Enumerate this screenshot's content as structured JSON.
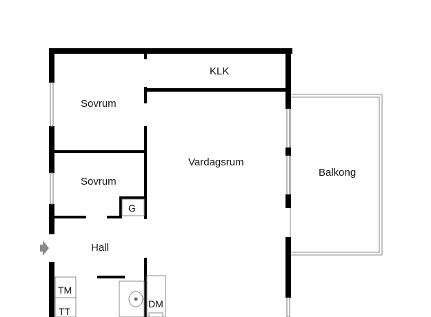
{
  "rooms": {
    "klk": "KLK",
    "bedroom_1": "Sovrum",
    "bedroom_2": "Sovrum",
    "living_room": "Vardagsrum",
    "balcony": "Balkong",
    "hall": "Hall",
    "wardrobe": "G",
    "washing_machine": "TM",
    "dryer": "TT",
    "dishwasher": "DM"
  },
  "icons": {
    "entrance": "entrance-arrow-icon",
    "sink": "sink-icon"
  },
  "colors": {
    "wall": "#000000",
    "window": "#777777",
    "balcony_outline": "#888888"
  }
}
